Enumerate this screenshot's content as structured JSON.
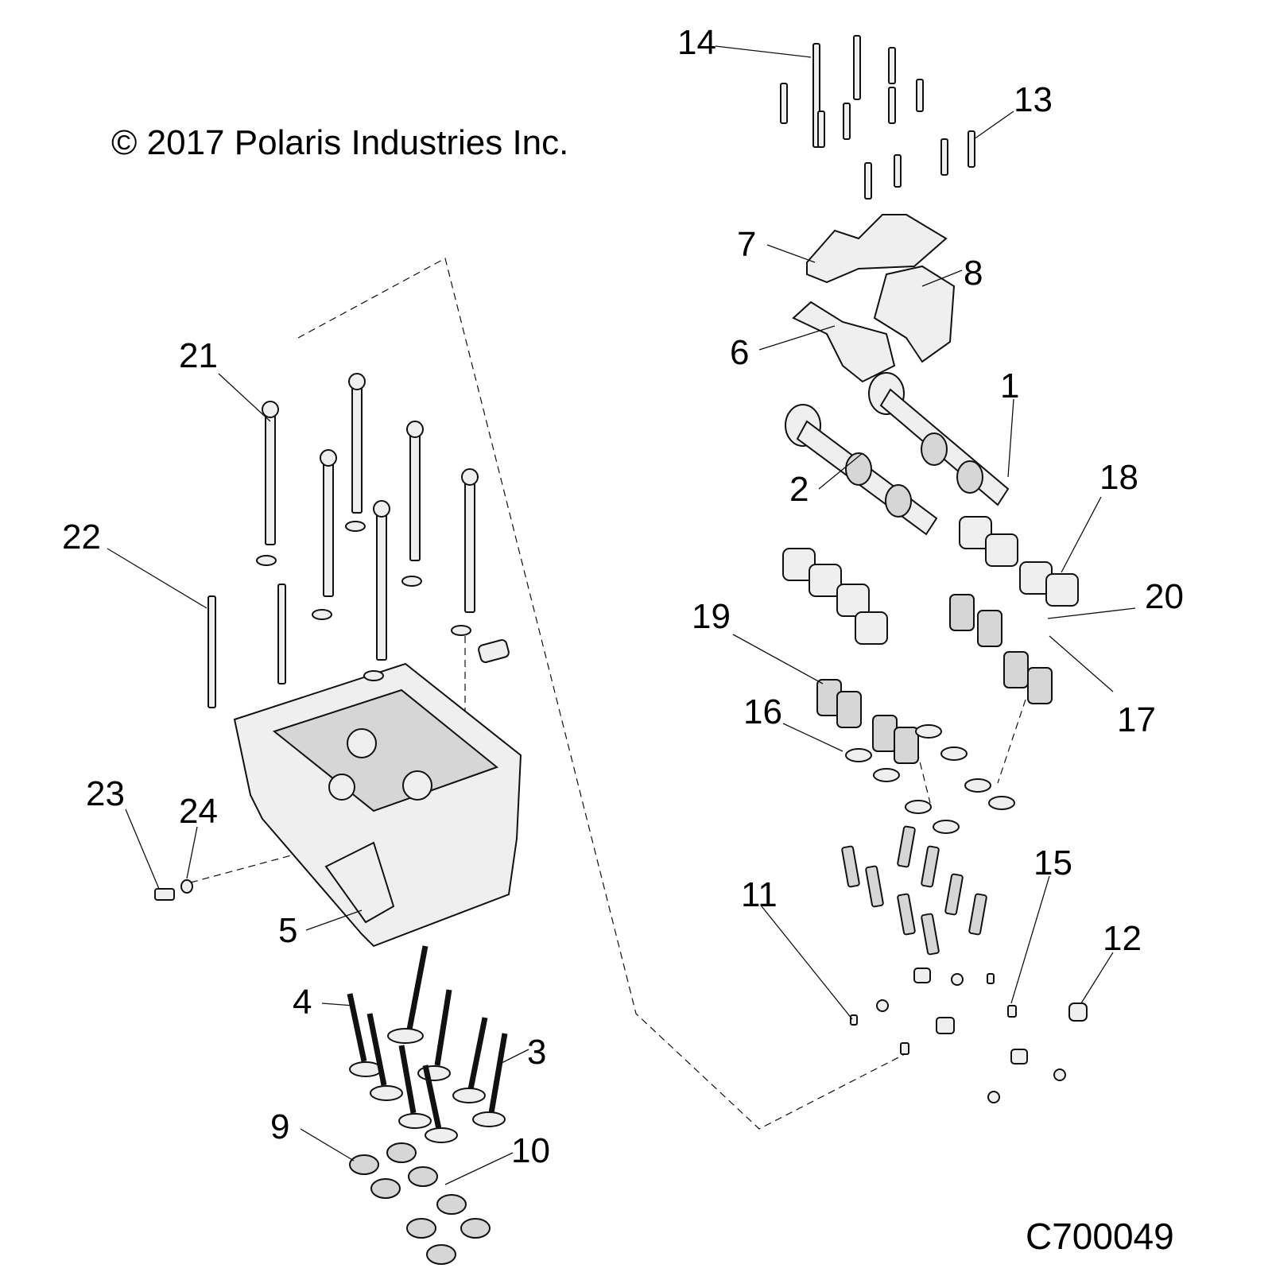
{
  "copyright": "© 2017 Polaris Industries Inc.",
  "figure_id": "C700049",
  "callouts": [
    "1",
    "2",
    "3",
    "4",
    "5",
    "6",
    "7",
    "8",
    "9",
    "10",
    "11",
    "12",
    "13",
    "14",
    "15",
    "16",
    "17",
    "18",
    "19",
    "20",
    "21",
    "22",
    "23",
    "24"
  ]
}
